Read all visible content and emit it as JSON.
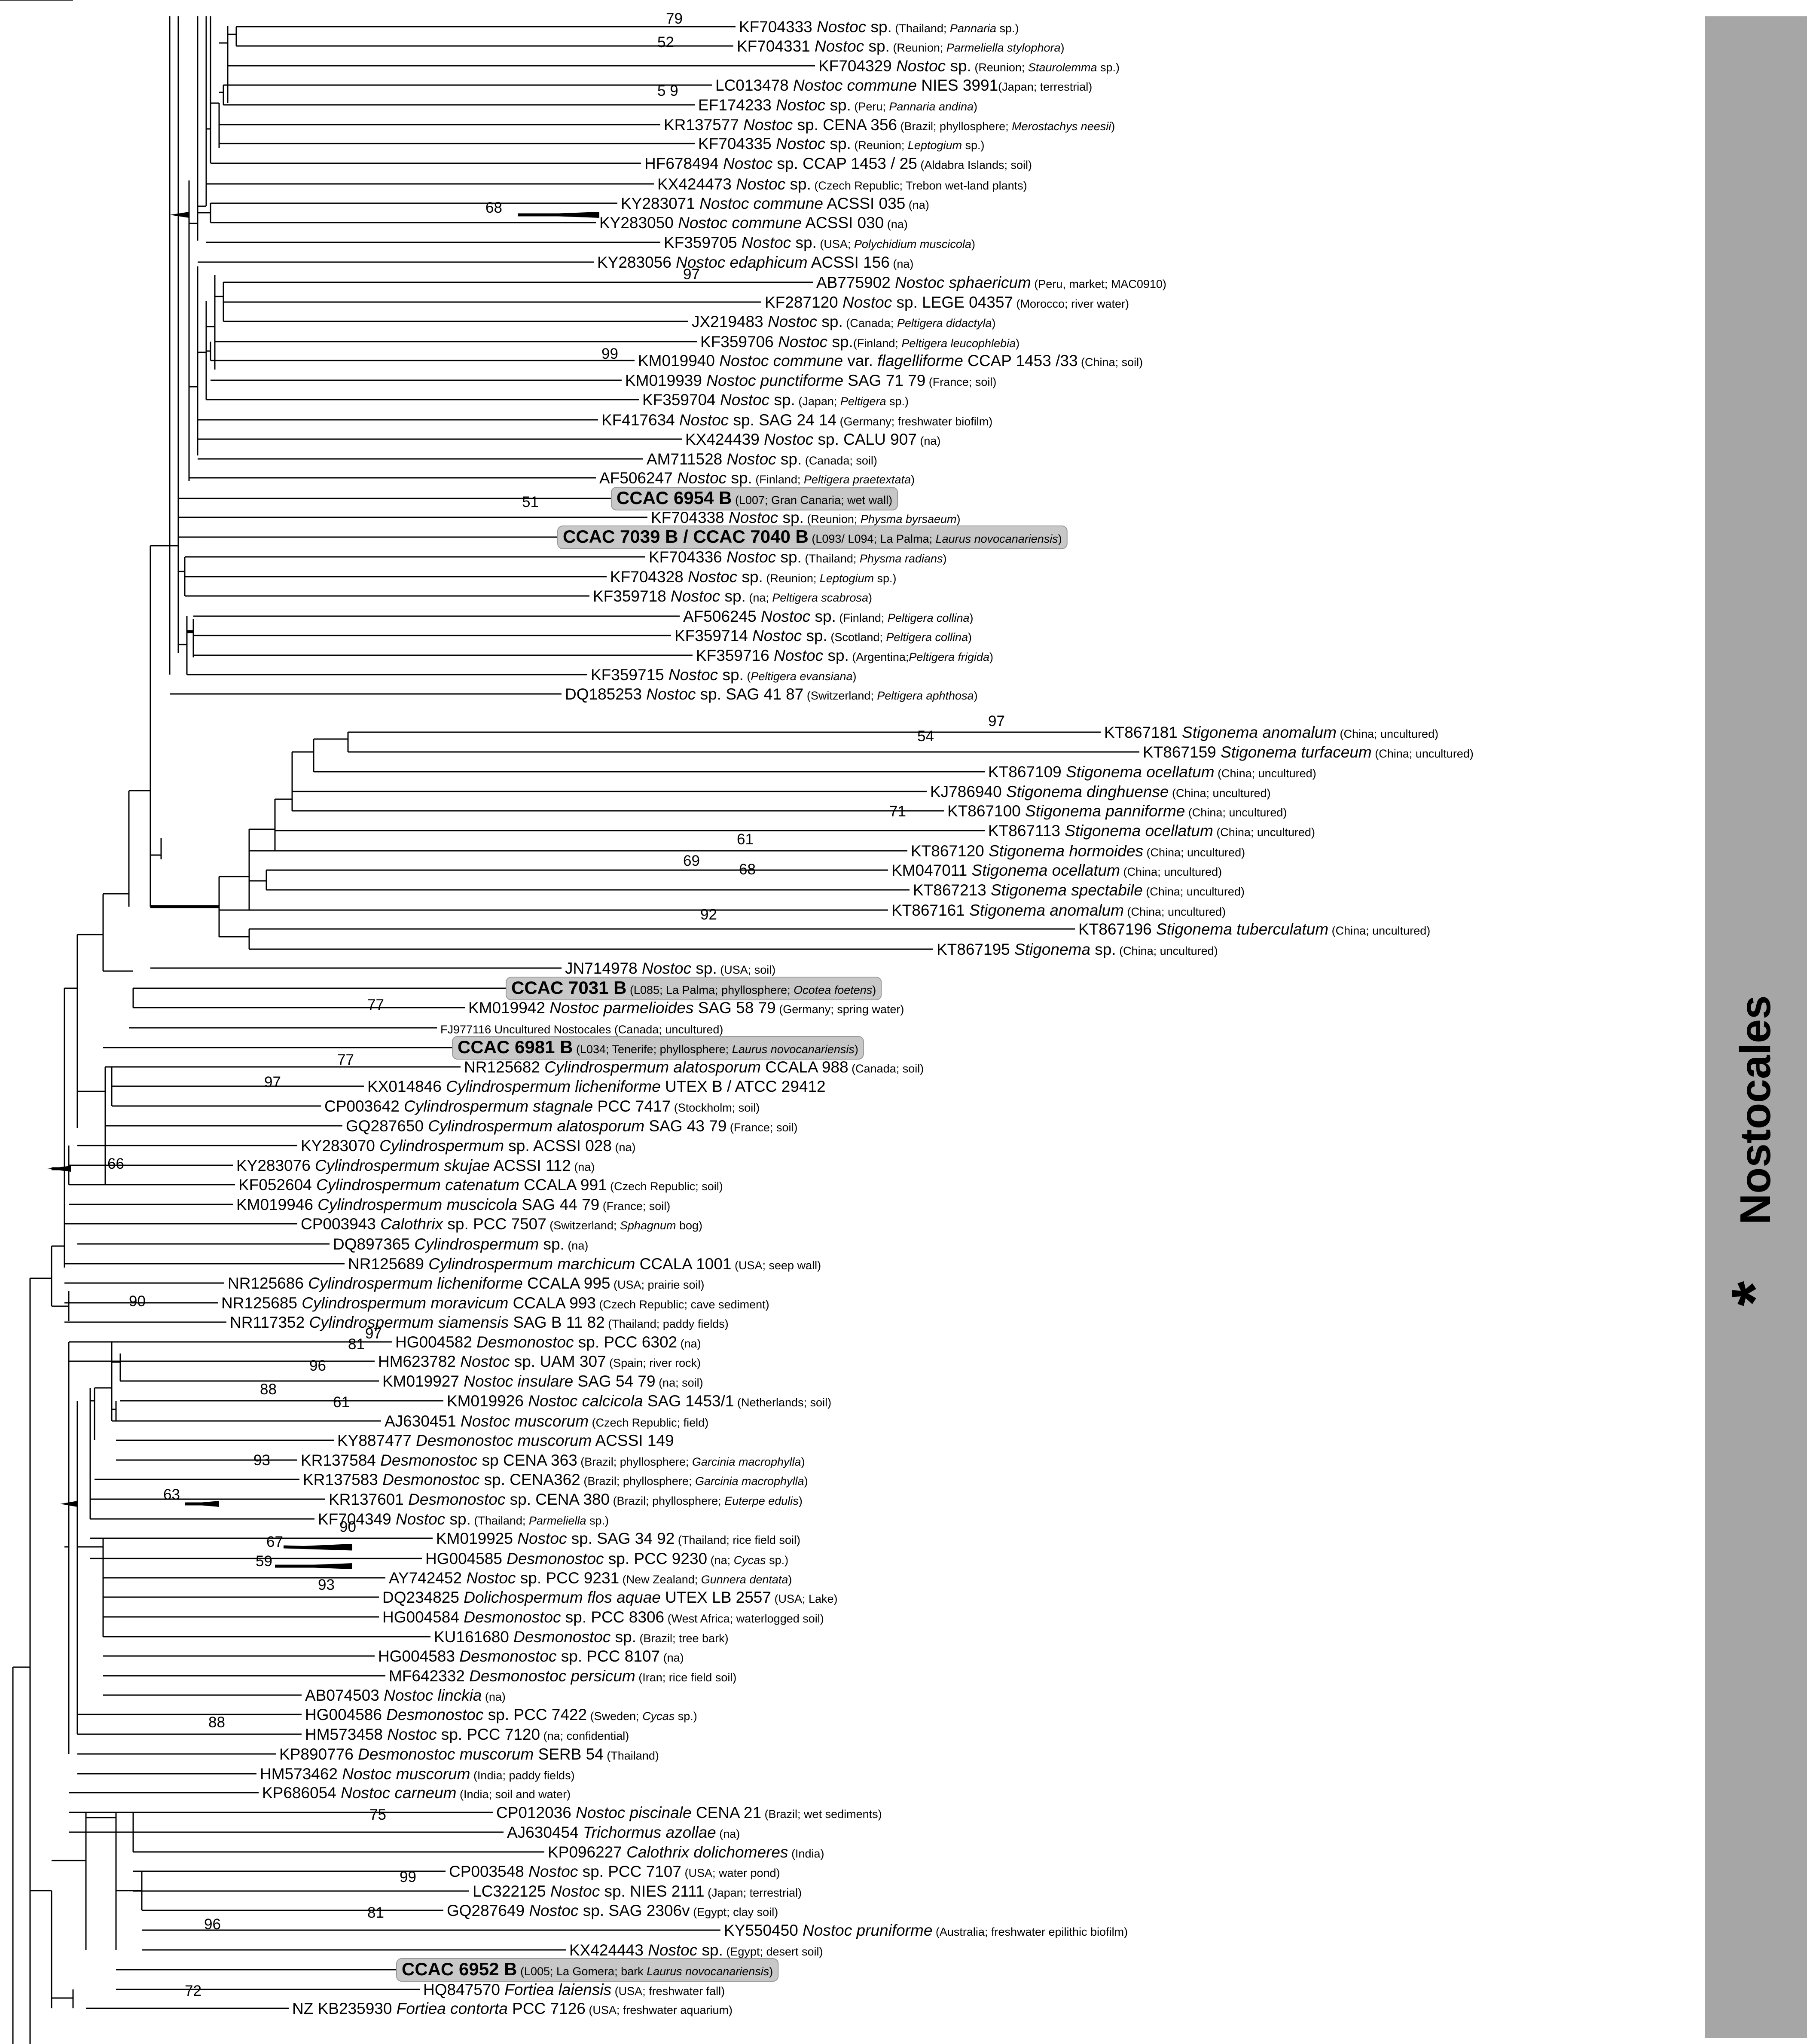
{
  "clade": {
    "label": "Nostocales",
    "star": "*"
  },
  "support_values": [
    {
      "id": "s79",
      "text": "79"
    },
    {
      "id": "s52",
      "text": "52"
    },
    {
      "id": "s59a",
      "text": "5 9"
    },
    {
      "id": "s68a",
      "text": "68"
    },
    {
      "id": "s97a",
      "text": "97"
    },
    {
      "id": "s99a",
      "text": "99"
    },
    {
      "id": "s51",
      "text": "51"
    },
    {
      "id": "s97b",
      "text": "97"
    },
    {
      "id": "s54",
      "text": "54"
    },
    {
      "id": "s71",
      "text": "71"
    },
    {
      "id": "s61a",
      "text": "61"
    },
    {
      "id": "s69",
      "text": "69"
    },
    {
      "id": "s68b",
      "text": "68"
    },
    {
      "id": "s92",
      "text": "92"
    },
    {
      "id": "s77a",
      "text": "77"
    },
    {
      "id": "s77b",
      "text": "77"
    },
    {
      "id": "s97c",
      "text": "97"
    },
    {
      "id": "s66",
      "text": "66"
    },
    {
      "id": "s90a",
      "text": "90"
    },
    {
      "id": "s97d",
      "text": "97"
    },
    {
      "id": "s81a",
      "text": "81"
    },
    {
      "id": "s96a",
      "text": "96"
    },
    {
      "id": "s88a",
      "text": "88"
    },
    {
      "id": "s61b",
      "text": "61"
    },
    {
      "id": "s93a",
      "text": "93"
    },
    {
      "id": "s63",
      "text": "63"
    },
    {
      "id": "s90b",
      "text": "90"
    },
    {
      "id": "s67",
      "text": "67"
    },
    {
      "id": "s59b",
      "text": "59"
    },
    {
      "id": "s93b",
      "text": "93"
    },
    {
      "id": "s88b",
      "text": "88"
    },
    {
      "id": "s75",
      "text": "75"
    },
    {
      "id": "s99b",
      "text": "99"
    },
    {
      "id": "s81b",
      "text": "81"
    },
    {
      "id": "s96b",
      "text": "96"
    },
    {
      "id": "s72",
      "text": "72"
    }
  ],
  "leaves": [
    {
      "acc": "KF704333",
      "name": "Nostoc",
      "sp": " sp.",
      "note": " (Thailand; ",
      "note_i": "Pannaria",
      "note_end": " sp.)"
    },
    {
      "acc": "KF704331",
      "name": "Nostoc",
      "sp": " sp.",
      "note": " (Reunion; ",
      "note_i": "Parmeliella stylophora",
      "note_end": ")"
    },
    {
      "acc": "KF704329",
      "name": "Nostoc",
      "sp": " sp.",
      "note": " (Reunion; ",
      "note_i": "Staurolemma",
      "note_end": " sp.)"
    },
    {
      "acc": "LC013478",
      "name": "Nostoc commune",
      "sp": " NIES 3991",
      "note": "(Japan; terrestrial)",
      "note_i": "",
      "note_end": ""
    },
    {
      "acc": "EF174233",
      "name": "Nostoc",
      "sp": " sp.",
      "note": " (Peru; ",
      "note_i": "Pannaria andina",
      "note_end": ")"
    },
    {
      "acc": "KR137577",
      "name": "Nostoc",
      "sp": " sp. CENA 356",
      "note": " (Brazil; phyllosphere; ",
      "note_i": "Merostachys neesii",
      "note_end": ")"
    },
    {
      "acc": "KF704335",
      "name": "Nostoc",
      "sp": " sp.",
      "note": " (Reunion; ",
      "note_i": "Leptogium",
      "note_end": " sp.)"
    },
    {
      "acc": "HF678494",
      "name": "Nostoc",
      "sp": " sp. CCAP 1453 / 25",
      "note": "  (Aldabra Islands; soil)",
      "note_i": "",
      "note_end": ""
    },
    {
      "acc": "KX424473",
      "name": "Nostoc",
      "sp": " sp.",
      "note": " (Czech Republic; Trebon wet-land plants)",
      "note_i": "",
      "note_end": ""
    },
    {
      "acc": "KY283071",
      "name": "Nostoc commune",
      "sp": " ACSSI 035",
      "note": " (na)",
      "note_i": "",
      "note_end": ""
    },
    {
      "acc": "KY283050",
      "name": "Nostoc commune",
      "sp": " ACSSI 030",
      "note": " (na)",
      "note_i": "",
      "note_end": ""
    },
    {
      "acc": "KF359705",
      "name": "Nostoc",
      "sp": " sp.",
      "note": " (USA; ",
      "note_i": "Polychidium muscicola",
      "note_end": ")"
    },
    {
      "acc": "KY283056",
      "name": "Nostoc edaphicum",
      "sp": " ACSSI 156",
      "note": " (na)",
      "note_i": "",
      "note_end": ""
    },
    {
      "acc": "AB775902",
      "name": "Nostoc sphaericum",
      "sp": "",
      "note": " (Peru, market; MAC0910)",
      "note_i": "",
      "note_end": ""
    },
    {
      "acc": "KF287120",
      "name": "Nostoc",
      "sp": " sp. LEGE 04357",
      "note": " (Morocco; river water)",
      "note_i": "",
      "note_end": ""
    },
    {
      "acc": "JX219483",
      "name": "Nostoc",
      "sp": " sp.",
      "note": " (Canada; ",
      "note_i": "Peltigera didactyla",
      "note_end": ")"
    },
    {
      "acc": "KF359706",
      "name": "Nostoc",
      "sp": " sp.",
      "note": "(Finland; ",
      "note_i": "Peltigera leucophlebia",
      "note_end": ")"
    },
    {
      "acc": "KM019940",
      "name": "Nostoc commune",
      "sp": " var. ",
      "sp_i": "flagelliforme",
      "sp_end": " CCAP 1453 /33",
      "note": " (China; soil)",
      "note_i": "",
      "note_end": ""
    },
    {
      "acc": "KM019939",
      "name": "Nostoc punctiforme",
      "sp": " SAG 71 79",
      "note": " (France; soil)",
      "note_i": "",
      "note_end": ""
    },
    {
      "acc": "KF359704",
      "name": "Nostoc",
      "sp": " sp.",
      "note": " (Japan; ",
      "note_i": "Peltigera",
      "note_end": " sp.)"
    },
    {
      "acc": "KF417634",
      "name": "Nostoc",
      "sp": " sp. SAG 24 14",
      "note": " (Germany; freshwater biofilm)",
      "note_i": "",
      "note_end": ""
    },
    {
      "acc": "KX424439",
      "name": "Nostoc",
      "sp": " sp. CALU 907",
      "note": " (na)",
      "note_i": "",
      "note_end": ""
    },
    {
      "acc": "AM711528",
      "name": "Nostoc",
      "sp": " sp.",
      "note": " (Canada; soil)",
      "note_i": "",
      "note_end": ""
    },
    {
      "acc": "AF506247",
      "name": "Nostoc",
      "sp": " sp.",
      "note": " (Finland; ",
      "note_i": "Peltigera praetextata",
      "note_end": ")"
    },
    {
      "bold": "CCAC 6954 B",
      "note": " (L007; Gran Canaria; wet wall)",
      "note_i": "",
      "note_end": ""
    },
    {
      "acc": "KF704338",
      "name": "Nostoc",
      "sp": " sp.",
      "note": " (Reunion; ",
      "note_i": "Physma byrsaeum",
      "note_end": ")"
    },
    {
      "bold": "CCAC 7039 B / CCAC 7040 B",
      "note": " (L093/ L094; La Palma; ",
      "note_i": "Laurus novocanariensis",
      "note_end": ")"
    },
    {
      "acc": "KF704336",
      "name": "Nostoc",
      "sp": " sp.",
      "note": " (Thailand; ",
      "note_i": "Physma radians",
      "note_end": ")"
    },
    {
      "acc": "KF704328",
      "name": "Nostoc",
      "sp": " sp.",
      "note": " (Reunion; ",
      "note_i": "Leptogium",
      "note_end": " sp.)"
    },
    {
      "acc": "KF359718",
      "name": "Nostoc",
      "sp": " sp.",
      "note": " (na; ",
      "note_i": "Peltigera scabrosa",
      "note_end": ")"
    },
    {
      "acc": "AF506245",
      "name": "Nostoc",
      "sp": " sp.",
      "note": " (Finland; ",
      "note_i": "Peltigera collina",
      "note_end": ")"
    },
    {
      "acc": "KF359714",
      "name": "Nostoc",
      "sp": " sp.",
      "note": " (Scotland; ",
      "note_i": "Peltigera collina",
      "note_end": ")"
    },
    {
      "acc": "KF359716",
      "name": "Nostoc",
      "sp": " sp.",
      "note": " (Argentina;",
      "note_i": "Peltigera frigida",
      "note_end": ")"
    },
    {
      "acc": "KF359715",
      "name": "Nostoc",
      "sp": " sp.",
      "note": " (",
      "note_i": "Peltigera evansiana",
      "note_end": ")"
    },
    {
      "acc": "DQ185253",
      "name": "Nostoc",
      "sp": " sp. SAG 41 87",
      "note": " (Switzerland; ",
      "note_i": "Peltigera aphthosa",
      "note_end": ")"
    },
    {
      "acc": "KT867181",
      "name": "Stigonema anomalum",
      "sp": "",
      "note": " (China; uncultured)",
      "note_i": "",
      "note_end": ""
    },
    {
      "acc": "KT867159",
      "name": "Stigonema turfaceum",
      "sp": "",
      "note": " (China; uncultured)",
      "note_i": "",
      "note_end": ""
    },
    {
      "acc": "KT867109",
      "name": "Stigonema ocellatum",
      "sp": "",
      "note": "  (China; uncultured)",
      "note_i": "",
      "note_end": ""
    },
    {
      "acc": "KJ786940",
      "name": "Stigonema dinghuense",
      "sp": "",
      "note": " (China; uncultured)",
      "note_i": "",
      "note_end": ""
    },
    {
      "acc": "KT867100",
      "name": "Stigonema panniforme",
      "sp": "",
      "note": "  (China; uncultured)",
      "note_i": "",
      "note_end": ""
    },
    {
      "acc": "KT867113",
      "name": "Stigonema ocellatum",
      "sp": "",
      "note": " (China; uncultured)",
      "note_i": "",
      "note_end": ""
    },
    {
      "acc": "KT867120",
      "name": "Stigonema hormoides",
      "sp": "",
      "note": " (China; uncultured)",
      "note_i": "",
      "note_end": ""
    },
    {
      "acc": "KM047011",
      "name": "Stigonema ocellatum",
      "sp": "",
      "note": " (China; uncultured)",
      "note_i": "",
      "note_end": ""
    },
    {
      "acc": "KT867213",
      "name": "Stigonema spectabile",
      "sp": "",
      "note": " (China; uncultured)",
      "note_i": "",
      "note_end": ""
    },
    {
      "acc": "KT867161",
      "name": "Stigonema anomalum",
      "sp": "",
      "note": " (China; uncultured)",
      "note_i": "",
      "note_end": ""
    },
    {
      "acc": "KT867196",
      "name": "Stigonema tuberculatum",
      "sp": "",
      "note": " (China; uncultured)",
      "note_i": "",
      "note_end": ""
    },
    {
      "acc": "KT867195",
      "name": "Stigonema",
      "sp": " sp.",
      "note": " (China; uncultured)",
      "note_i": "",
      "note_end": ""
    },
    {
      "acc": "JN714978",
      "name": "Nostoc",
      "sp": " sp.",
      "note": " (USA; soil)",
      "note_i": "",
      "note_end": ""
    },
    {
      "bold": "CCAC 7031 B",
      "note": " (L085; La Palma; phyllosphere; ",
      "note_i": "Ocotea foetens",
      "note_end": ")"
    },
    {
      "acc": "KM019942",
      "name": "Nostoc parmelioides",
      "sp": " SAG 58 79",
      "note": " (Germany; spring water)",
      "note_i": "",
      "note_end": ""
    },
    {
      "acc": "FJ977116",
      "name": "",
      "sp": "",
      "note": " Uncultured Nostocales (Canada; uncultured)",
      "note_i": "",
      "note_end": "",
      "small": true
    },
    {
      "bold": "CCAC 6981 B",
      "note": " (L034; Tenerife; phyllosphere; ",
      "note_i": "Laurus novocanariensis",
      "note_end": ")"
    },
    {
      "acc": "NR125682",
      "name": "Cylindrospermum alatosporum",
      "sp": " CCALA 988",
      "note": " (Canada; soil)",
      "note_i": "",
      "note_end": ""
    },
    {
      "acc": "KX014846",
      "name": "Cylindrospermum licheniforme",
      "sp": " UTEX B / ATCC 29412",
      "note": "",
      "note_i": "",
      "note_end": ""
    },
    {
      "acc": "CP003642",
      "name": "Cylindrospermum stagnale",
      "sp": " PCC 7417",
      "note": " (Stockholm; soil)",
      "note_i": "",
      "note_end": ""
    },
    {
      "acc": "GQ287650",
      "name": "Cylindrospermum alatosporum",
      "sp": " SAG 43 79",
      "note": " (France; soil)",
      "note_i": "",
      "note_end": ""
    },
    {
      "acc": "KY283070",
      "name": "Cylindrospermum",
      "sp": " sp. ACSSI 028",
      "note": " (na)",
      "note_i": "",
      "note_end": ""
    },
    {
      "acc": "KY283076",
      "name": "Cylindrospermum skujae",
      "sp": " ACSSI 112",
      "note": " (na)",
      "note_i": "",
      "note_end": ""
    },
    {
      "acc": "KF052604",
      "name": "Cylindrospermum catenatum",
      "sp": " CCALA 991",
      "note": " (Czech Republic; soil)",
      "note_i": "",
      "note_end": ""
    },
    {
      "acc": "KM019946",
      "name": "Cylindrospermum muscicola",
      "sp": " SAG 44 79",
      "note": " (France; soil)",
      "note_i": "",
      "note_end": ""
    },
    {
      "acc": "CP003943",
      "name": "Calothrix",
      "sp": " sp. PCC 7507",
      "note": " (Switzerland; ",
      "note_i": "Sphagnum",
      "note_end": " bog)"
    },
    {
      "acc": "DQ897365",
      "name": "Cylindrospermum",
      "sp": " sp.",
      "note": " (na)",
      "note_i": "",
      "note_end": ""
    },
    {
      "acc": "NR125689",
      "name": "Cylindrospermum marchicum",
      "sp": " CCALA 1001",
      "note": " (USA; seep wall)",
      "note_i": "",
      "note_end": ""
    },
    {
      "acc": "NR125686",
      "name": "Cylindrospermum licheniforme",
      "sp": " CCALA 995",
      "note": " (USA; prairie soil)",
      "note_i": "",
      "note_end": ""
    },
    {
      "acc": "NR125685",
      "name": "Cylindrospermum moravicum",
      "sp": " CCALA 993",
      "note": " (Czech Republic; cave sediment)",
      "note_i": "",
      "note_end": ""
    },
    {
      "acc": "NR117352",
      "name": "Cylindrospermum siamensis",
      "sp": " SAG B 11 82",
      "note": " (Thailand; paddy fields)",
      "note_i": "",
      "note_end": ""
    },
    {
      "acc": "HG004582",
      "name": "Desmonostoc",
      "sp": " sp. PCC  6302",
      "note": " (na)",
      "note_i": "",
      "note_end": ""
    },
    {
      "acc": "HM623782",
      "name": "Nostoc",
      "sp": " sp. UAM 307",
      "note": " (Spain; river rock)",
      "note_i": "",
      "note_end": ""
    },
    {
      "acc": "KM019927",
      "name": "Nostoc insulare",
      "sp": " SAG 54 79",
      "note": " (na; soil)",
      "note_i": "",
      "note_end": ""
    },
    {
      "acc": "KM019926",
      "name": "Nostoc calcicola",
      "sp": " SAG 1453/1",
      "note": " (Netherlands; soil)",
      "note_i": "",
      "note_end": ""
    },
    {
      "acc": "AJ630451",
      "name": "Nostoc muscorum",
      "sp": "",
      "note": " (Czech Republic; field)",
      "note_i": "",
      "note_end": ""
    },
    {
      "acc": "KY887477",
      "name": "Desmonostoc muscorum",
      "sp": " ACSSI 149",
      "note": "",
      "note_i": "",
      "note_end": ""
    },
    {
      "acc": "KR137584",
      "name": "Desmonostoc",
      "sp": " sp CENA 363",
      "note": " (Brazil; phyllosphere; ",
      "note_i": "Garcinia macrophylla",
      "note_end": ")"
    },
    {
      "acc": "KR137583",
      "name": "Desmonostoc",
      "sp": " sp. CENA362",
      "note": " (Brazil; phyllosphere; ",
      "note_i": "Garcinia macrophylla",
      "note_end": ")"
    },
    {
      "acc": "KR137601",
      "name": "Desmonostoc",
      "sp": " sp. CENA 380",
      "note": " (Brazil; phyllosphere; ",
      "note_i": "Euterpe edulis",
      "note_end": ")"
    },
    {
      "acc": "KF704349",
      "name": "Nostoc",
      "sp": " sp.",
      "note": " (Thailand; ",
      "note_i": "Parmeliella",
      "note_end": " sp.)"
    },
    {
      "acc": "KM019925",
      "name": "Nostoc",
      "sp": " sp. SAG 34 92",
      "note": " (Thailand; rice field soil)",
      "note_i": "",
      "note_end": ""
    },
    {
      "acc": "HG004585",
      "name": "Desmonostoc",
      "sp": " sp. PCC 9230",
      "note": " (na; ",
      "note_i": "Cycas",
      "note_end": " sp.)"
    },
    {
      "acc": "AY742452",
      "name": "Nostoc",
      "sp": " sp. PCC 9231",
      "note": " (New Zealand; ",
      "note_i": "Gunnera dentata",
      "note_end": ")"
    },
    {
      "acc": "DQ234825",
      "name": "Dolichospermum flos aquae",
      "sp": " UTEX LB 2557",
      "note": " (USA; Lake)",
      "note_i": "",
      "note_end": ""
    },
    {
      "acc": "HG004584",
      "name": "Desmonostoc",
      "sp": " sp. PCC 8306",
      "note": " (West Africa; waterlogged soil)",
      "note_i": "",
      "note_end": ""
    },
    {
      "acc": "KU161680",
      "name": "Desmonostoc",
      "sp": " sp.",
      "note": " (Brazil; tree bark)",
      "note_i": "",
      "note_end": ""
    },
    {
      "acc": "HG004583",
      "name": "Desmonostoc",
      "sp": " sp. PCC 8107",
      "note": " (na)",
      "note_i": "",
      "note_end": ""
    },
    {
      "acc": "MF642332",
      "name": "Desmonostoc persicum",
      "sp": "",
      "note": " (Iran; rice field soil)",
      "note_i": "",
      "note_end": ""
    },
    {
      "acc": "AB074503",
      "name": "Nostoc linckia",
      "sp": "",
      "note": " (na)",
      "note_i": "",
      "note_end": ""
    },
    {
      "acc": "HG004586",
      "name": "Desmonostoc",
      "sp": " sp. PCC 7422",
      "note": " (Sweden; ",
      "note_i": "Cycas",
      "note_end": " sp.)"
    },
    {
      "acc": "HM573458",
      "name": "Nostoc",
      "sp": " sp. PCC 7120",
      "note": " (na; confidential)",
      "note_i": "",
      "note_end": ""
    },
    {
      "acc": "KP890776",
      "name": "Desmonostoc muscorum",
      "sp": " SERB 54",
      "note": " (Thailand)",
      "note_i": "",
      "note_end": ""
    },
    {
      "acc": "HM573462",
      "name": "Nostoc muscorum",
      "sp": "",
      "note": " (India; paddy fields)",
      "note_i": "",
      "note_end": ""
    },
    {
      "acc": "KP686054",
      "name": "Nostoc carneum",
      "sp": "",
      "note": " (India; soil and water)",
      "note_i": "",
      "note_end": ""
    },
    {
      "acc": "CP012036",
      "name": "Nostoc piscinale",
      "sp": " CENA 21",
      "note": " (Brazil; wet sediments)",
      "note_i": "",
      "note_end": ""
    },
    {
      "acc": "AJ630454",
      "name": "Trichormus azollae",
      "sp": "",
      "note": " (na)",
      "note_i": "",
      "note_end": ""
    },
    {
      "acc": "KP096227",
      "name": "Calothrix dolichomeres",
      "sp": "",
      "note": " (India)",
      "note_i": "",
      "note_end": ""
    },
    {
      "acc": "CP003548",
      "name": "Nostoc",
      "sp": " sp. PCC 7107",
      "note": " (USA; water pond)",
      "note_i": "",
      "note_end": ""
    },
    {
      "acc": "LC322125",
      "name": "Nostoc",
      "sp": " sp. NIES 2111",
      "note": " (Japan; terrestrial)",
      "note_i": "",
      "note_end": ""
    },
    {
      "acc": "GQ287649",
      "name": "Nostoc",
      "sp": " sp. SAG 2306v",
      "note": " (Egypt; clay soil)",
      "note_i": "",
      "note_end": ""
    },
    {
      "acc": "KY550450",
      "name": "Nostoc pruniforme",
      "sp": "",
      "note": " (Australia; freshwater epilithic biofilm)",
      "note_i": "",
      "note_end": ""
    },
    {
      "acc": "KX424443",
      "name": "Nostoc",
      "sp": " sp.",
      "note": " (Egypt; desert soil)",
      "note_i": "",
      "note_end": ""
    },
    {
      "bold": "CCAC 6952 B",
      "note": " (L005; La Gomera; bark ",
      "note_i": "Laurus novocanariensis",
      "note_end": ")"
    },
    {
      "acc": "HQ847570",
      "name": "Fortiea laiensis",
      "sp": "",
      "note": " (USA; freshwater fall)",
      "note_i": "",
      "note_end": ""
    },
    {
      "acc": "NZ KB235930",
      "name": "Fortiea contorta",
      "sp": " PCC 7126",
      "note": " (USA; freshwater aquarium)",
      "note_i": "",
      "note_end": ""
    }
  ]
}
